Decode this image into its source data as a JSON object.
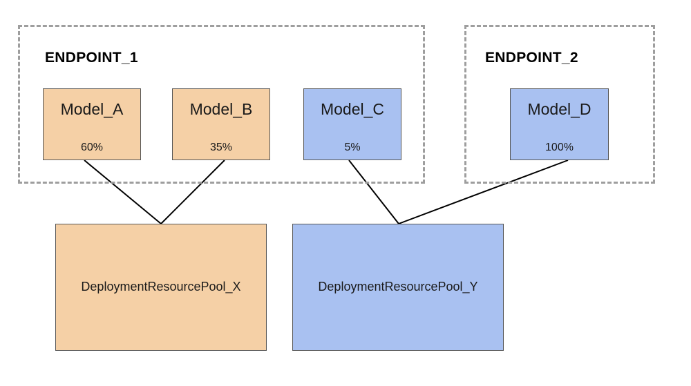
{
  "colors": {
    "orange_fill": "#f5d0a6",
    "blue_fill": "#a9c1f1",
    "frame_border": "#9e9e9e",
    "box_border": "#555555",
    "line": "#000000"
  },
  "endpoints": [
    {
      "title": "ENDPOINT_1"
    },
    {
      "title": "ENDPOINT_2"
    }
  ],
  "models": [
    {
      "name": "Model_A",
      "percent": "60%",
      "endpoint": "ENDPOINT_1",
      "pool": "DeploymentResourcePool_X",
      "color": "#f5d0a6"
    },
    {
      "name": "Model_B",
      "percent": "35%",
      "endpoint": "ENDPOINT_1",
      "pool": "DeploymentResourcePool_X",
      "color": "#f5d0a6"
    },
    {
      "name": "Model_C",
      "percent": "5%",
      "endpoint": "ENDPOINT_1",
      "pool": "DeploymentResourcePool_Y",
      "color": "#a9c1f1"
    },
    {
      "name": "Model_D",
      "percent": "100%",
      "endpoint": "ENDPOINT_2",
      "pool": "DeploymentResourcePool_Y",
      "color": "#a9c1f1"
    }
  ],
  "pools": [
    {
      "name": "DeploymentResourcePool_X",
      "color": "#f5d0a6"
    },
    {
      "name": "DeploymentResourcePool_Y",
      "color": "#a9c1f1"
    }
  ]
}
